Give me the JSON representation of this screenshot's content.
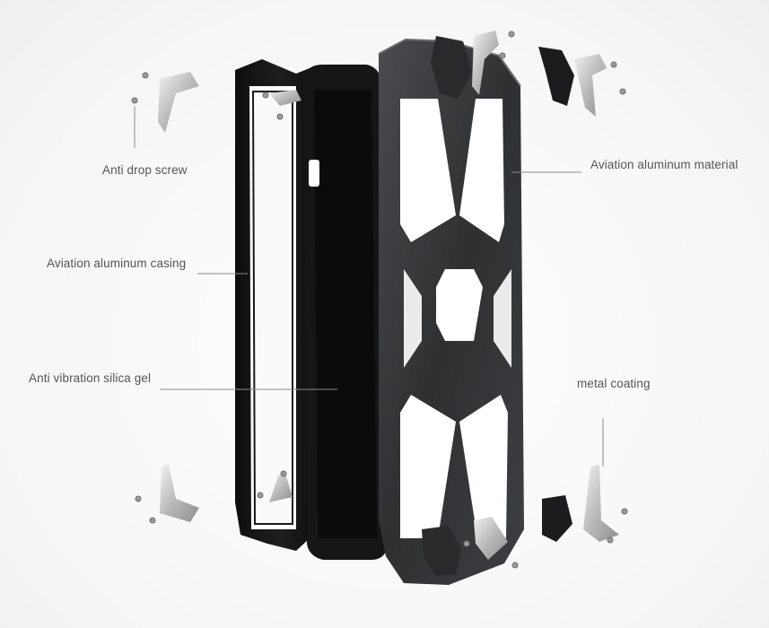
{
  "callouts": {
    "anti_drop_screw": "Anti drop screw",
    "aviation_aluminum_material": "Aviation aluminum material",
    "aviation_aluminum_casing": "Aviation aluminum casing",
    "anti_vibration_silica_gel": "Anti vibration silica gel",
    "metal_coating": "metal coating"
  },
  "colors": {
    "background": "#ffffff",
    "label_text": "#555555",
    "leader_line": "#8a8a8a",
    "casing_black": "#151515",
    "aluminum_frame": "#3a3b3d",
    "silver_parts": "#c8c8c8"
  }
}
